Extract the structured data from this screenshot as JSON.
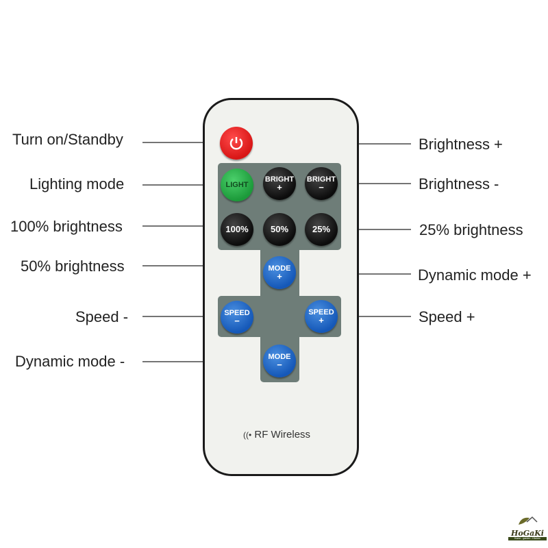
{
  "labels_left": {
    "power": "Turn on/Standby",
    "light": "Lighting mode",
    "p100": "100% brightness",
    "p50": "50% brightness",
    "speed_minus": "Speed -",
    "mode_minus": "Dynamic mode -"
  },
  "labels_right": {
    "bright_plus": "Brightness +",
    "bright_minus": "Brightness -",
    "p25": "25% brightness",
    "mode_plus": "Dynamic mode +",
    "speed_plus": "Speed +"
  },
  "buttons": {
    "light": "LIGHT",
    "bright": "BRIGHT",
    "plus": "+",
    "minus": "−",
    "p100": "100%",
    "p50": "50%",
    "p25": "25%",
    "mode": "MODE",
    "speed": "SPEED"
  },
  "footer": {
    "rf": "RF Wireless"
  },
  "logo": {
    "name": "HoGaKi",
    "tagline": "Home - garden - Kitchen"
  },
  "colors": {
    "power": "#d81616",
    "light": "#1c9a3a",
    "blue": "#1558b8",
    "panel": "#6e7d78"
  }
}
